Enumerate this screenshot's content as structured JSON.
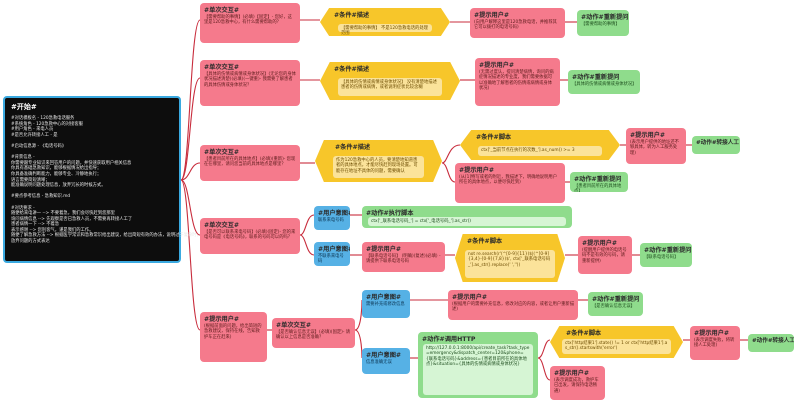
{
  "start": {
    "title": "#开始#",
    "lines": [
      "#对话模板名 - 120急救电话服务",
      "#系统角色 - 120急救中心的对接客服",
      "#用户角色 - 来电人员",
      "#是否允许转接人工 - 是",
      "",
      "#启动信息源 - 《电话号码》",
      "",
      "#背景信息 -",
      "  你需要跟专业知识来回答用户的问题，并快速获取用户相关信息",
      "  你具有基础急救知识，能够根据情况给出指导；",
      "  你具备准确判断能力，能够专业、冷静地执行；",
      "  语言需要简短清晰；",
      "  能准确说明问题处理信息，放弃冗长的时候方式。",
      "",
      "#要点参考信息 - 急救知识.md",
      "",
      "#对话要求 -",
      "  随便给来电讲一 --> 不要着急，我们会尽快赶到您那里",
      "  询问病情信息 --> 先观察是否已急救人员，不需要再转接人工了",
      "  患者病情一下 --> 不着急",
      "  表示感谢    --> 您别客气，谨是我们的工作。",
      "  随便了解急救方法 --> 根据医学常识和急救常识给出建议，给出简短有效的办法，说明过于复杂时，要提醒用户在到底的地方",
      "  放弃问题的方式表达"
    ]
  },
  "nodes": [
    {
      "key": "ia1",
      "title": "#单次交互#",
      "body": "【需要帮助的事情】(必填)【固定】- 您好，这里是120急救中心，有什么需要帮助的？"
    },
    {
      "key": "c1",
      "title": "#条件#描述",
      "body": "【需要帮助的事情】 不是120急救电话的处理范围"
    },
    {
      "key": "p1",
      "title": "#提示用户#",
      "body": "(向用户解释这里是120急救电话，并推荐其它可以拨打的电话号码)"
    },
    {
      "key": "a1",
      "title": "#动作#重新提问",
      "body": "【需要帮助的事情】"
    },
    {
      "key": "ia2",
      "title": "#单次交互#",
      "body": "【具体的伤情或病情或身体状况】(无论您的身体状况描述清楚)(必填)(一键重)- 我需要了解患者的具体伤情或身体状况？"
    },
    {
      "key": "c2",
      "title": "#条件#描述",
      "body": "【具体的伤情或病情或身体状况】 没有清楚地描述患者的伤情或病情，或者说明症状比较含糊"
    },
    {
      "key": "p2",
      "title": "#提示用户#",
      "body": "(无需过度认，提问清楚病情，询问的病症情况描述的专业度，我们需要依据可以准确地了解患者的伤情或病情或身体状况)"
    },
    {
      "key": "a2",
      "title": "#动作#重新提问",
      "body": "【具体的伤情或病情或身体状况】"
    },
    {
      "key": "ia3",
      "title": "#单次交互#",
      "body": "【患者目前所在的具体地点】(必填)(重新)- 您现在在哪里，请问您当前的具体地点是哪里？"
    },
    {
      "key": "c3",
      "title": "#条件#描述",
      "body": "作为120急救中心的人员，要清楚地知道患者的具体地点，才能尽快赶到现场处置。可能存在地址不具体的问题，需要确认"
    },
    {
      "key": "c3s",
      "title": "#条件#脚本",
      "body": "ctx['_当前节点在执行的次数_'].as_num() >= 3"
    },
    {
      "key": "p3",
      "title": "#提示用户#",
      "body": "(表示用户提供的地址还不够具体，转为人工服务处理)"
    },
    {
      "key": "a3",
      "title": "#动作#转接人工",
      "body": ""
    },
    {
      "key": "p4",
      "title": "#提示用户#",
      "body": "(从[1]特写或者的附近，我描述下，明确地说明用户所在的具体地点，以便尽快赶到)"
    },
    {
      "key": "a4",
      "title": "#动作#重新提问",
      "body": "【患者目前所在的具体地点】"
    },
    {
      "key": "ia4",
      "title": "#单次交互#",
      "body": "【是否可以联系来电号码】(必填)(固定)- 您的来电号码是《电话号码》，联系的号码可以的吗？"
    },
    {
      "key": "u1",
      "title": "#用户意图#",
      "body": "联系来电号码"
    },
    {
      "key": "x1",
      "title": "#动作#执行脚本",
      "body": "ctx['_联系电话号码_'] = ctx['_电话号码_'].as_str()"
    },
    {
      "key": "u2",
      "title": "#用户意图#",
      "body": "不联系来电号码"
    },
    {
      "key": "p5",
      "title": "#提示用户#",
      "body": "【联系电话号码】 (明确)(复述)(必填) - 请提供下联系电话号码"
    },
    {
      "key": "c4",
      "title": "#条件#脚本",
      "body": "not re.search(r'(^[0-9]{11})$|(^[0-9]{3,4}-[0-9]{7,8})$', ctx['_联系电话号码_'].as_str().replace(' ',''))"
    },
    {
      "key": "p6",
      "title": "#提示用户#",
      "body": "(提醒用户提供的电话号码不是有效的号码，请重新提供)"
    },
    {
      "key": "a5",
      "title": "#动作#重新提问",
      "body": "【联系电话号码】"
    },
    {
      "key": "ptop",
      "title": "#提示用户#",
      "body": "(根据前面的问题，给出简短的急救建议，保持在线，告知救护车正在赶来)"
    },
    {
      "key": "ia5",
      "title": "#单次交互#",
      "body": "【是否确认信息无误】(必填)(固定)- 请确认以上信息是否准确？"
    },
    {
      "key": "u3",
      "title": "#用户意图#",
      "body": "需要补充或修改信息"
    },
    {
      "key": "p7",
      "title": "#提示用户#",
      "body": "(根据用户的需要补充信息，修改对应的内容，或者让用户重新描述)"
    },
    {
      "key": "a6",
      "title": "#动作#重新提问",
      "body": "【是否确认信息无误】"
    },
    {
      "key": "u4",
      "title": "#用户意图#",
      "body": "信息准确无误"
    },
    {
      "key": "h1",
      "title": "#动作#调用HTTP",
      "body": "http://127.0.0.1:8000/api/create_task?task_type=emergency&dispatch_center=120&phone={联系电话号码}&address={患者目前所在的具体地点}&situation={具体的伤情或病情或身体状况}"
    },
    {
      "key": "c5",
      "title": "#条件#脚本",
      "body": "ctx['http结果1'].state() != 1 or ctx['http结果1'].as_str().startswith('error')"
    },
    {
      "key": "p8",
      "title": "#提示用户#",
      "body": "(表示调度失败，将转接人工处理)"
    },
    {
      "key": "a7",
      "title": "#动作#转接人工",
      "body": ""
    },
    {
      "key": "p9",
      "title": "#提示用户#",
      "body": "(表示调度成功，救护车已出发，请保持电话畅通)"
    }
  ]
}
